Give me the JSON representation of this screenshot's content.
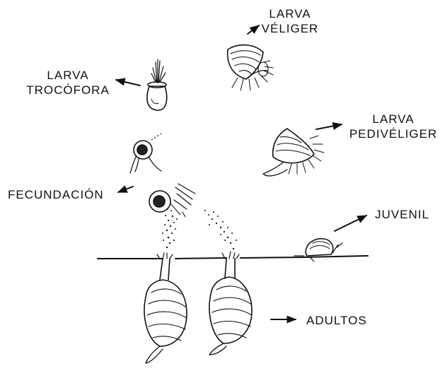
{
  "labels": {
    "veliger": [
      "LARVA",
      "VÉLIGER"
    ],
    "trocofora": [
      "LARVA",
      "TROCÓFORA"
    ],
    "pediveliger": [
      "LARVA",
      "PEDIVÉLIGER"
    ],
    "fecundacion": "FECUNDACIÓN",
    "juvenil": "JUVENIL",
    "adultos": "ADULTOS"
  },
  "colors": {
    "ink": "#111111",
    "background": "#ffffff"
  }
}
